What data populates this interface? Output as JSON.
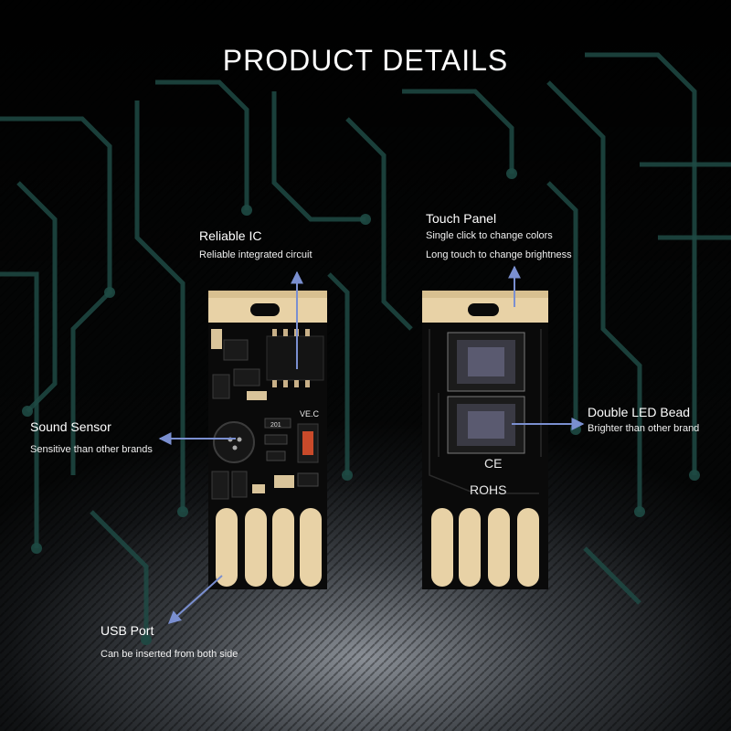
{
  "title": "PRODUCT DETAILS",
  "callouts": {
    "reliable_ic": {
      "label": "Reliable IC",
      "desc": "Reliable integrated circuit"
    },
    "touch_panel": {
      "label": "Touch Panel",
      "line1": "Single click to change colors",
      "line2": "Long touch to change brightness"
    },
    "sound_sensor": {
      "label": "Sound Sensor",
      "desc": "Sensitive than other brands"
    },
    "double_led": {
      "label": "Double LED Bead",
      "desc": "Brighter than other brand"
    },
    "usb_port": {
      "label": "USB Port",
      "desc": "Can be inserted from both side"
    }
  },
  "board_marks": {
    "ce": "CE",
    "rohs": "ROHS",
    "chip_code": "VE.C",
    "resistor_code": "201"
  },
  "colors": {
    "arrow": "#7a8fd0",
    "trace": "#1e4a44",
    "pcb": "#0c0c0c",
    "gold": "#e8d2a6"
  }
}
